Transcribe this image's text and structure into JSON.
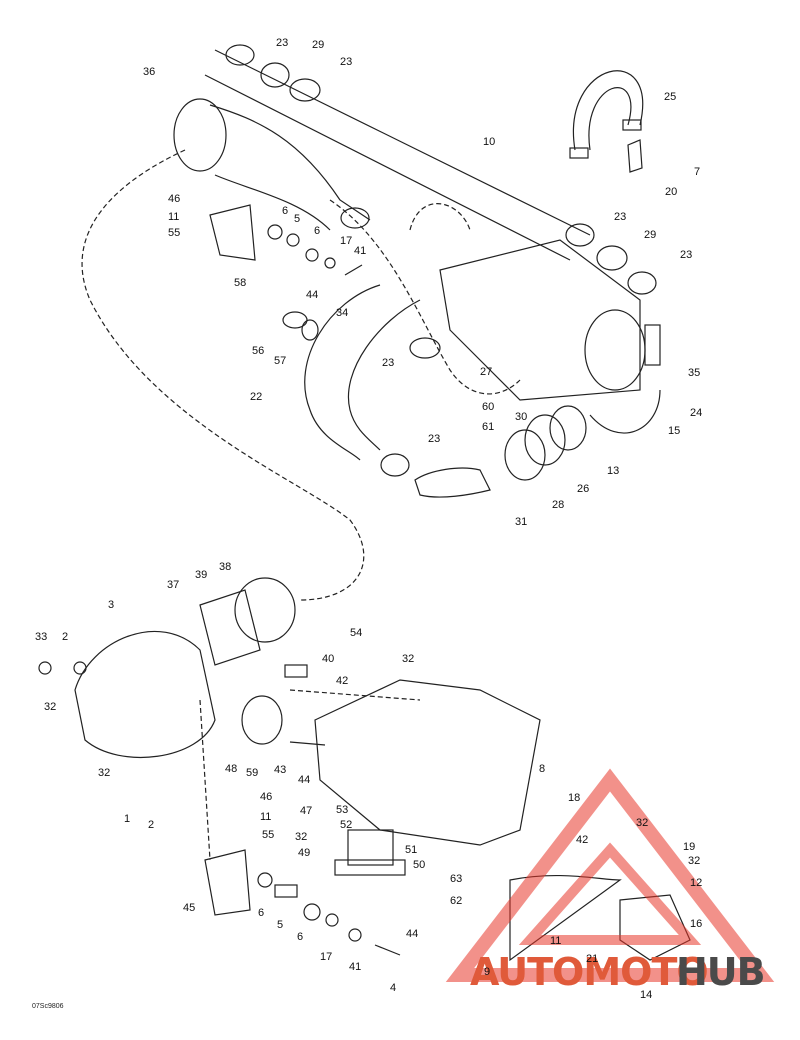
{
  "diagram": {
    "drawing_code": "07Sc9806",
    "watermark": {
      "part1": "AUTOMOTO",
      "part2": "HUB",
      "color_part1": "#e05a3a",
      "color_part2": "#4a4a4a",
      "triangle_color": "#e8362a"
    },
    "labels": [
      "23",
      "29",
      "23",
      "36",
      "25",
      "10",
      "7",
      "20",
      "46",
      "11",
      "55",
      "6",
      "5",
      "6",
      "17",
      "41",
      "23",
      "29",
      "23",
      "58",
      "44",
      "34",
      "56",
      "57",
      "23",
      "27",
      "35",
      "22",
      "60",
      "61",
      "30",
      "24",
      "15",
      "23",
      "13",
      "26",
      "28",
      "31",
      "38",
      "39",
      "37",
      "3",
      "33",
      "2",
      "32",
      "40",
      "54",
      "32",
      "42",
      "48",
      "59",
      "43",
      "44",
      "8",
      "32",
      "1",
      "2",
      "46",
      "11",
      "55",
      "47",
      "53",
      "52",
      "32",
      "49",
      "51",
      "50",
      "18",
      "32",
      "42",
      "19",
      "32",
      "12",
      "63",
      "62",
      "45",
      "6",
      "5",
      "6",
      "17",
      "41",
      "44",
      "4",
      "11",
      "21",
      "16",
      "9",
      "14"
    ]
  }
}
